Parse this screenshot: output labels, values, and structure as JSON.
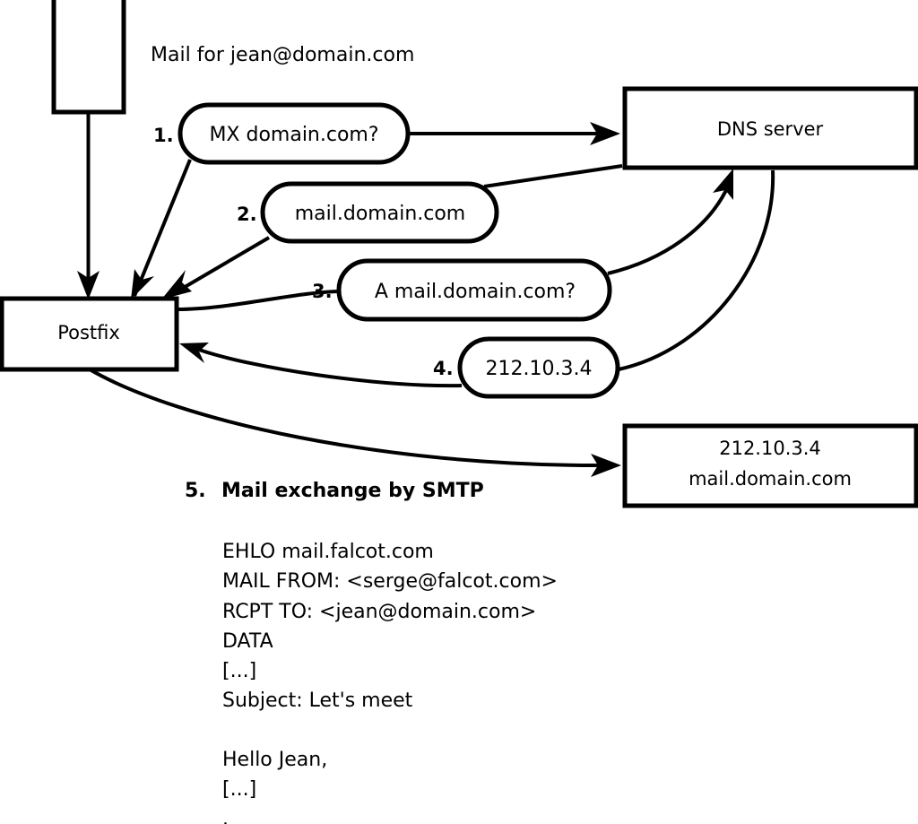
{
  "diagram": {
    "title_note": "Mail for jean@domain.com",
    "nodes": [
      {
        "id": "sender",
        "label": "",
        "kind": "box"
      },
      {
        "id": "postfix",
        "label": "Postfix",
        "kind": "box"
      },
      {
        "id": "dns",
        "label": "DNS server",
        "kind": "box"
      },
      {
        "id": "target",
        "label_line1": "212.10.3.4",
        "label_line2": "mail.domain.com",
        "kind": "box"
      }
    ],
    "steps": [
      {
        "num": "1.",
        "label": "MX domain.com?"
      },
      {
        "num": "2.",
        "label": "mail.domain.com"
      },
      {
        "num": "3.",
        "label": "A mail.domain.com?"
      },
      {
        "num": "4.",
        "label": "212.10.3.4"
      }
    ],
    "step5": {
      "num": "5.",
      "label": "Mail exchange by SMTP"
    },
    "smtp_transcript": [
      "EHLO mail.falcot.com",
      "MAIL FROM: <serge@falcot.com>",
      "RCPT TO: <jean@domain.com>",
      "DATA",
      "[...]",
      "Subject: Let's meet",
      "",
      "Hello Jean,",
      "[...]",
      "."
    ],
    "colors": {
      "stroke": "#000000",
      "fill": "#ffffff",
      "text": "#000000"
    }
  }
}
